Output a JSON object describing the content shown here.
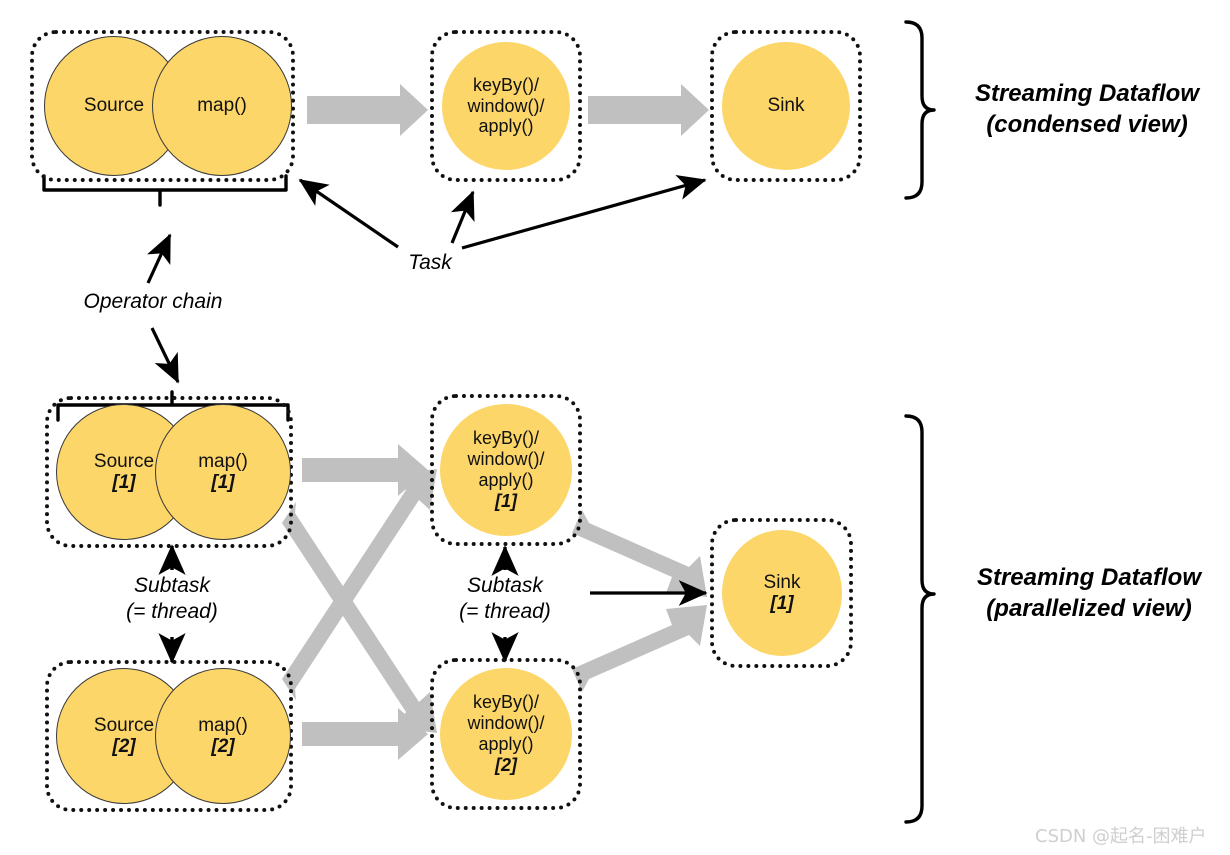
{
  "diagram": {
    "title": "Flink Streaming Dataflow: condensed vs parallelized view",
    "colors": {
      "operator_fill": "#FCD669",
      "operator_stroke": "#3a3a3a",
      "flow_arrow": "#C0C0C0",
      "annotation": "#000000",
      "container_border": "#111111",
      "watermark": "#cfcfcf"
    }
  },
  "condensed": {
    "group_label_line1": "Streaming Dataflow",
    "group_label_line2": "(condensed view)",
    "chain_box": {
      "operators": [
        {
          "name": "Source"
        },
        {
          "name": "map()"
        }
      ]
    },
    "keyby_box": {
      "operator": {
        "line1": "keyBy()/",
        "line2": "window()/",
        "line3": "apply()"
      }
    },
    "sink_box": {
      "operator": {
        "name": "Sink"
      }
    },
    "annotations": {
      "task": "Task",
      "operator_chain": "Operator chain"
    }
  },
  "parallel": {
    "group_label_line1": "Streaming Dataflow",
    "group_label_line2": "(parallelized view)",
    "chain_box_1": {
      "operators": [
        {
          "name": "Source",
          "index": "[1]"
        },
        {
          "name": "map()",
          "index": "[1]"
        }
      ]
    },
    "chain_box_2": {
      "operators": [
        {
          "name": "Source",
          "index": "[2]"
        },
        {
          "name": "map()",
          "index": "[2]"
        }
      ]
    },
    "keyby_box_1": {
      "operator": {
        "line1": "keyBy()/",
        "line2": "window()/",
        "line3": "apply()",
        "index": "[1]"
      }
    },
    "keyby_box_2": {
      "operator": {
        "line1": "keyBy()/",
        "line2": "window()/",
        "line3": "apply()",
        "index": "[2]"
      }
    },
    "sink_box": {
      "operator": {
        "name": "Sink",
        "index": "[1]"
      }
    },
    "annotations": {
      "subtask_left_line1": "Subtask",
      "subtask_left_line2": "(= thread)",
      "subtask_right_line1": "Subtask",
      "subtask_right_line2": "(= thread)"
    }
  },
  "watermark": "CSDN @起名-困难户"
}
